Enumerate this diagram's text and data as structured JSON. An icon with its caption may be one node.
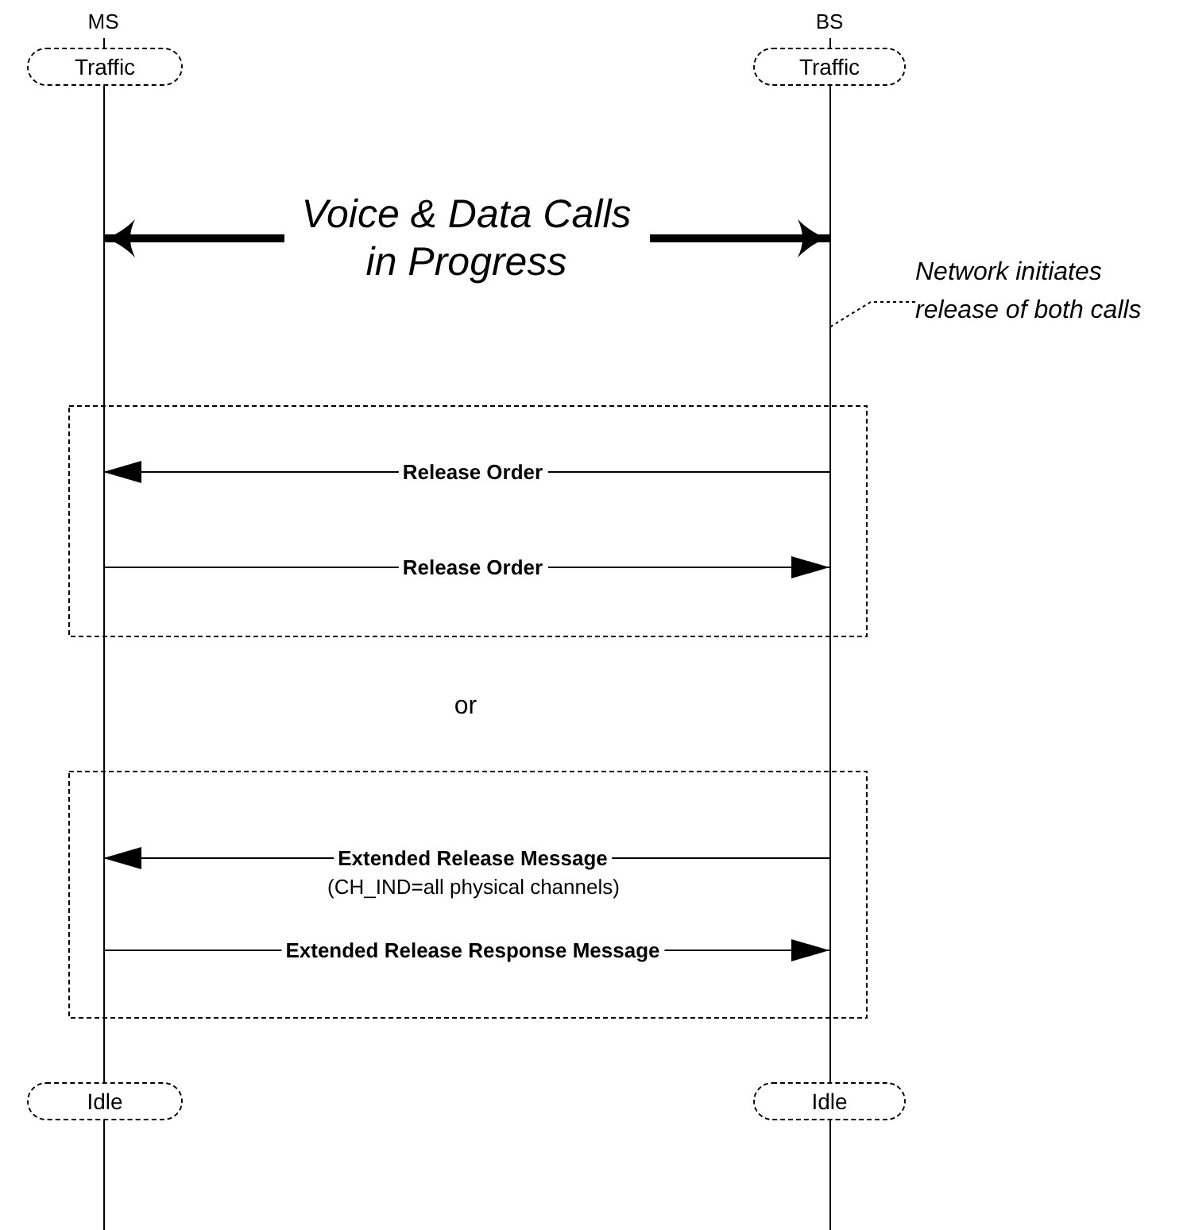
{
  "diagram": {
    "nodes": [
      {
        "text": [
          "MS"
        ]
      },
      {
        "text": [
          "BS"
        ]
      },
      {
        "text": [
          "Traffic"
        ]
      },
      {
        "text": [
          "Traffic"
        ]
      },
      {
        "text": [
          "Idle"
        ]
      },
      {
        "text": [
          "Idle"
        ]
      },
      {
        "text": [
          "Network initiates release of both calls"
        ]
      }
    ],
    "edges": [
      {
        "from": 0,
        "to": 1,
        "arrow": "both",
        "style": "thick",
        "label": "Voice & Data Calls in Progress"
      },
      {
        "from": 1,
        "to": 0,
        "arrow": "to",
        "label": "Release Order"
      },
      {
        "from": 0,
        "to": 1,
        "arrow": "to",
        "label": "Release Order"
      },
      {
        "from": 1,
        "to": 0,
        "arrow": "to",
        "label": "Extended Release Message"
      },
      {
        "from": 0,
        "to": 1,
        "arrow": "to",
        "label": "Extended Release Response Message"
      },
      {
        "from": 6,
        "to": 1,
        "arrow": "none",
        "style": "dashed"
      }
    ],
    "labels": [
      "or",
      "(CH_IND=all physical channels)"
    ]
  }
}
